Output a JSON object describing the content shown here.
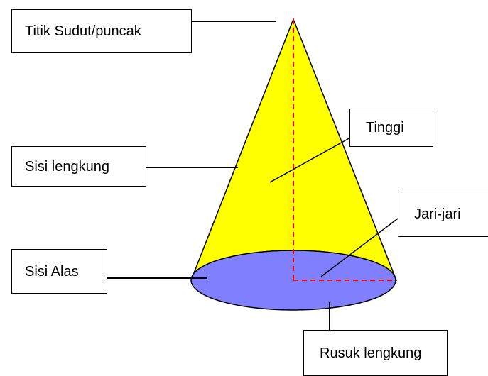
{
  "diagram": {
    "labels": {
      "apex": "Titik Sudut/puncak",
      "curved_side": "Sisi lengkung",
      "height": "Tinggi",
      "base_side": "Sisi Alas",
      "radius": "Jari-jari",
      "curved_edge": "Rusuk lengkung"
    },
    "colors": {
      "cone_surface": "#ffff00",
      "base": "#8080ff",
      "axis_lines": "#ff0000",
      "outline": "#000000"
    }
  }
}
